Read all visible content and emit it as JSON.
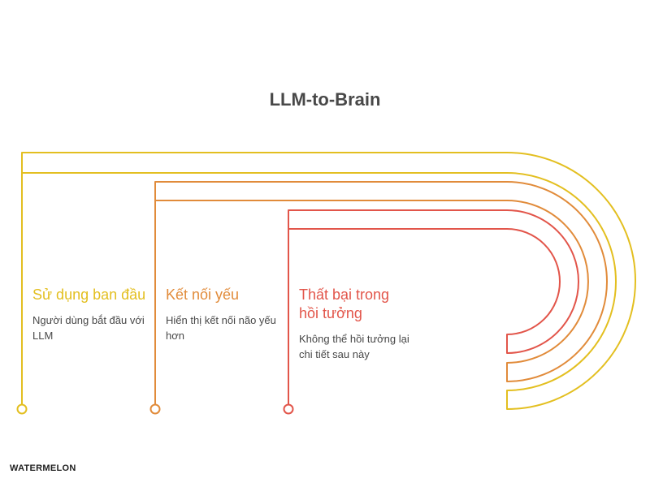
{
  "title": "LLM-to-Brain",
  "steps": [
    {
      "heading": "Sử dụng ban đầu",
      "description": "Người dùng bắt đầu với LLM",
      "color": "#e3bf20"
    },
    {
      "heading": "Kết nối yếu",
      "description": "Hiển thị kết nối não yếu hơn",
      "color": "#e18b3a"
    },
    {
      "heading": "Thất bại trong hồi tưởng",
      "description": "Không thể hồi tưởng lại chi tiết sau này",
      "color": "#e2554a"
    }
  ],
  "logo": "WATERMELON"
}
